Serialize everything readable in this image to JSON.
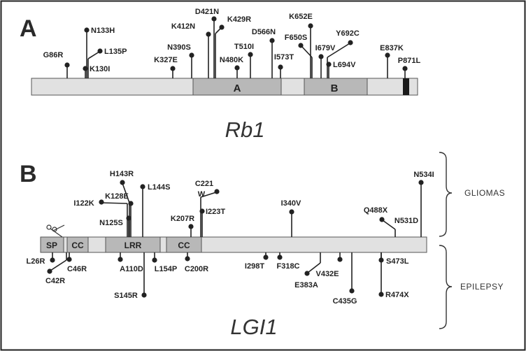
{
  "figure": {
    "panel_a": {
      "letter": "A",
      "gene": "Rb1",
      "domains": [
        "A",
        "B"
      ],
      "mutations": [
        "G86R",
        "N133H",
        "L135P",
        "K130I",
        "K327E",
        "N390S",
        "K412N",
        "D421N",
        "K429R",
        "N480K",
        "T510I",
        "D566N",
        "I573T",
        "F650S",
        "K652E",
        "I679V",
        "Y692C",
        "L694V",
        "E837K",
        "P871L"
      ]
    },
    "panel_b": {
      "letter": "B",
      "gene": "LGI1",
      "domains": [
        "SP",
        "CC",
        "LRR",
        "CC"
      ],
      "gliomas_label": "GLIOMAS",
      "epilepsy_label": "EPILEPSY",
      "glioma_mutations": [
        "H143R",
        "K128E",
        "L144S",
        "I122K",
        "N125S",
        "C221 W",
        "I223T",
        "K207R",
        "I340V",
        "N534I",
        "Q488X",
        "N531D"
      ],
      "epilepsy_mutations": [
        "L26R",
        "C46R",
        "C42R",
        "A110D",
        "L154P",
        "S145R",
        "C200R",
        "I298T",
        "F318C",
        "V432E",
        "E383A",
        "C435G",
        "S473L",
        "R474X"
      ]
    }
  }
}
